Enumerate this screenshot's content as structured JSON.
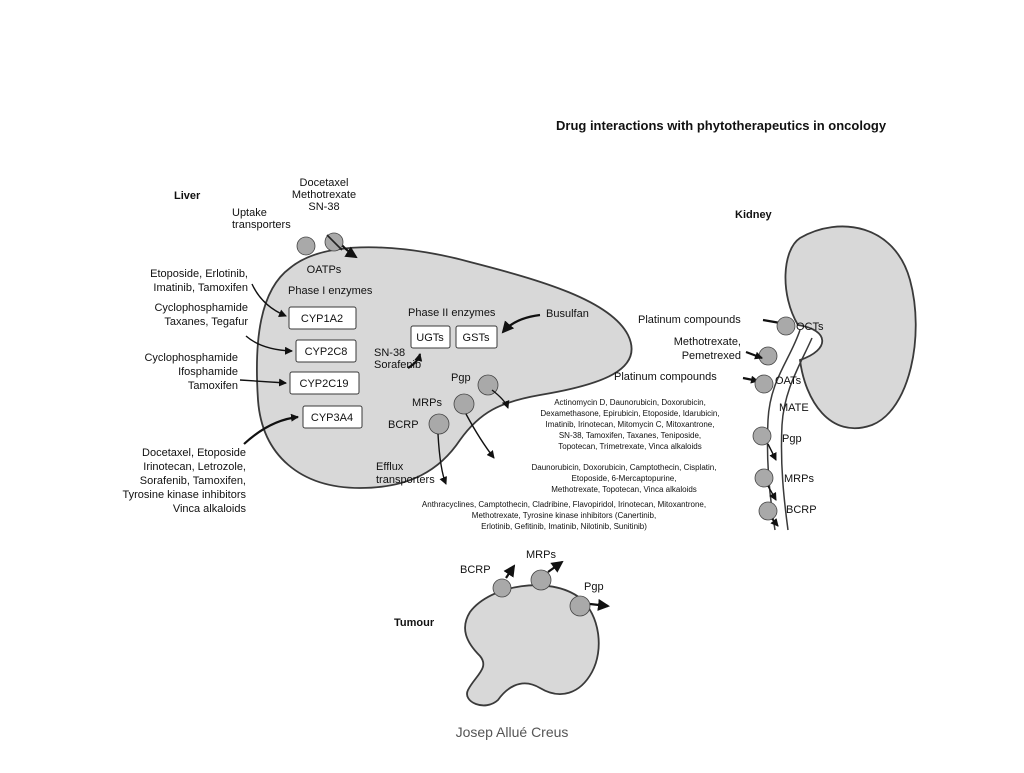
{
  "title": "Drug interactions with phytotherapeutics in oncology",
  "footer": "Josep Allué Creus",
  "liver": {
    "label": "Liver",
    "uptake_transporters": "Uptake\ntransporters",
    "oatps": "OATPs",
    "uptake_drugs": "Docetaxel\nMethotrexate\nSN-38",
    "phase1_label": "Phase I enzymes",
    "phase2_label": "Phase II enzymes",
    "cyp1a2": "CYP1A2",
    "cyp2c8": "CYP2C8",
    "cyp2c19": "CYP2C19",
    "cyp3a4": "CYP3A4",
    "cyp1a2_drugs": "Etoposide, Erlotinib,\nImatinib, Tamoxifen",
    "cyp2c8_drugs": "Cyclophosphamide\nTaxanes, Tegafur",
    "cyp2c19_drugs": "Cyclophosphamide\nIfosphamide\nTamoxifen",
    "cyp3a4_drugs": "Docetaxel, Etoposide\nIrinotecan, Letrozole,\nSorafenib, Tamoxifen,\nTyrosine kinase inhibitors\nVinca alkaloids",
    "ugts": "UGTs",
    "gsts": "GSTs",
    "ugt_drugs": "SN-38\nSorafenib",
    "busulfan": "Busulfan",
    "pgp": "Pgp",
    "mrps": "MRPs",
    "bcrp": "BCRP",
    "efflux": "Efflux\ntransporters",
    "pgp_drugs": "Actinomycin D, Daunorubicin, Doxorubicin,\nDexamethasone, Epirubicin, Etoposide, Idarubicin,\nImatinib, Irinotecan, Mitomycin C, Mitoxantrone,\nSN-38, Tamoxifen, Taxanes, Teniposide,\nTopotecan, Trimetrexate, Vinca alkaloids",
    "mrp_drugs": "Daunorubicin, Doxorubicin, Camptothecin, Cisplatin,\nEtoposide, 6-Mercaptopurine,\nMethotrexate, Topotecan, Vinca alkaloids",
    "bcrp_drugs": "Anthracyclines, Camptothecin, Cladribine, Flavopiridol, Irinotecan, Mitoxantrone,\nMethotrexate, Tyrosine kinase inhibitors (Canertinib,\nErlotinib, Gefitinib, Imatinib, Nilotinib, Sunitinib)"
  },
  "kidney": {
    "label": "Kidney",
    "platinum1": "Platinum compounds",
    "octs": "OCTs",
    "methotrexate": "Methotrexate,\nPemetrexed",
    "platinum2": "Platinum compounds",
    "oats": "OATs",
    "mate": "MATE",
    "pgp": "Pgp",
    "mrps": "MRPs",
    "bcrp": "BCRP"
  },
  "tumour": {
    "label": "Tumour",
    "bcrp": "BCRP",
    "mrps": "MRPs",
    "pgp": "Pgp"
  }
}
